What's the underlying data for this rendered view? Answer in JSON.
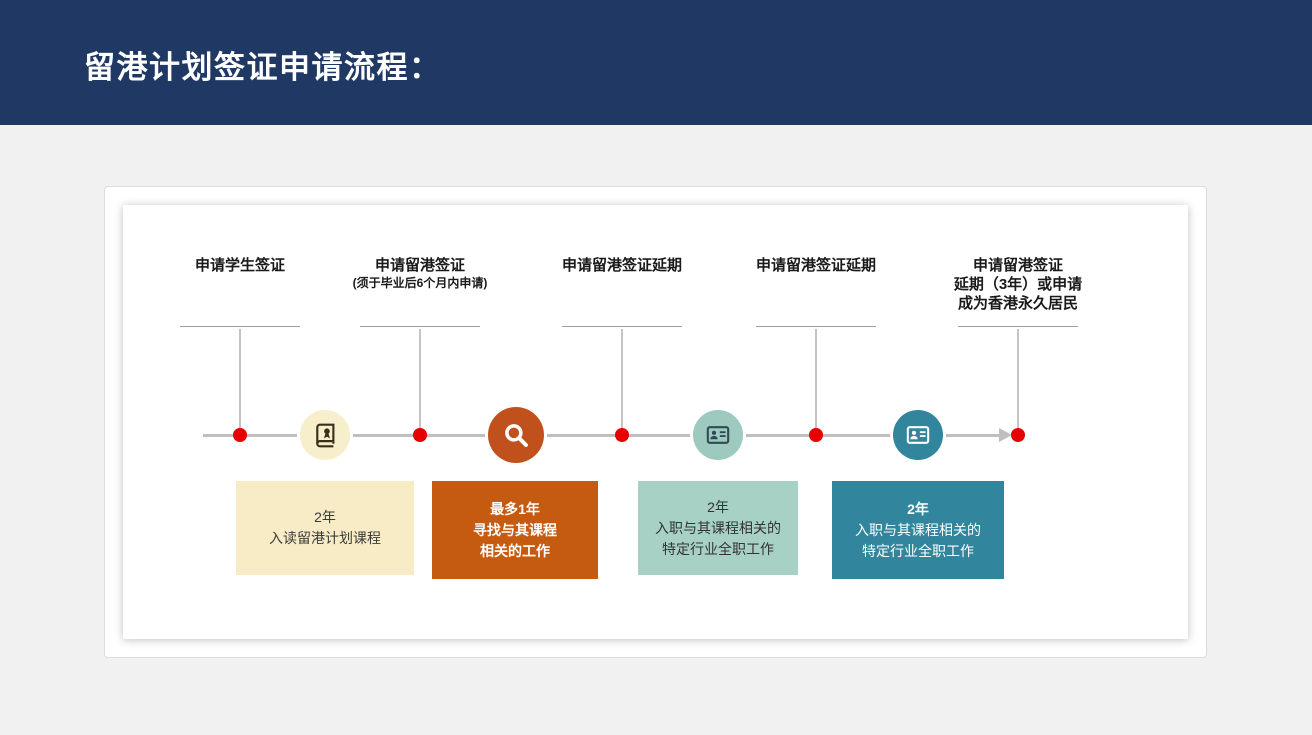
{
  "header": {
    "title": "留港计划签证申请流程："
  },
  "colors": {
    "header_bg": "#1F3864",
    "page_bg": "#F1F1F1",
    "timeline_line": "#BFBFBF",
    "dot": "#E60000"
  },
  "timeline": {
    "steps": [
      {
        "lines": [
          "申请学生签证"
        ]
      },
      {
        "lines": [
          "申请留港签证",
          "(须于毕业后6个月内申请)"
        ]
      },
      {
        "lines": [
          "申请留港签证延期"
        ]
      },
      {
        "lines": [
          "申请留港签证延期"
        ]
      },
      {
        "lines": [
          "申请留港签证",
          "延期（3年）或申请",
          "成为香港永久居民"
        ]
      }
    ],
    "icons": [
      {
        "name": "book-icon",
        "bg": "#F7EECB",
        "fg": "#3A2F1B"
      },
      {
        "name": "magnifier-icon",
        "bg": "#C0511C",
        "fg": "#FFFFFF"
      },
      {
        "name": "id-badge-icon",
        "bg": "#9DC9BE",
        "fg": "#2F4A52"
      },
      {
        "name": "id-badge-icon",
        "bg": "#31859C",
        "fg": "#FFFFFF"
      }
    ],
    "stages": [
      {
        "lines": [
          "2年",
          "入读留港计划课程"
        ],
        "bg": "#F7ECC6",
        "fg": "#3B3B3B"
      },
      {
        "lines": [
          "最多1年",
          "寻找与其课程",
          "相关的工作"
        ],
        "bg": "#C55A11",
        "fg": "#FFFFFF"
      },
      {
        "lines": [
          "2年",
          "入职与其课程相关的",
          "特定行业全职工作"
        ],
        "bg": "#A7D1C5",
        "fg": "#333333"
      },
      {
        "lines": [
          "2年",
          "入职与其课程相关的",
          "特定行业全职工作"
        ],
        "bg": "#31859C",
        "fg": "#FFFFFF"
      }
    ]
  }
}
